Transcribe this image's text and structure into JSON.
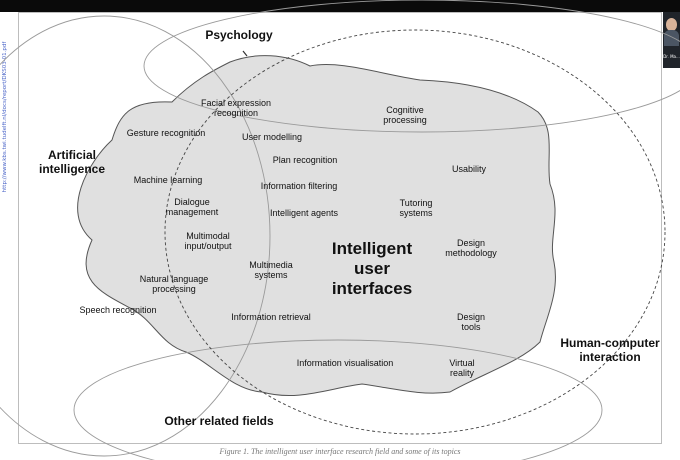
{
  "side_url": "http://www.kbs.twi.tudelft.nl/docs/report/DKS03-01.pdf",
  "presenter_label": "Dr. Ma...",
  "center_label": [
    "Intelligent",
    "user",
    "interfaces"
  ],
  "fields": {
    "psychology": "Psychology",
    "ai": [
      "Artificial",
      "intelligence"
    ],
    "hci": [
      "Human-computer",
      "interaction"
    ],
    "other": "Other related fields"
  },
  "topics": {
    "facial": [
      "Facial expression",
      "recognition"
    ],
    "gesture": "Gesture recognition",
    "user_modelling": "User modelling",
    "cognitive": [
      "Cognitive",
      "processing"
    ],
    "plan": "Plan recognition",
    "machine_learning": "Machine learning",
    "info_filtering": "Information filtering",
    "usability": "Usability",
    "dialogue": [
      "Dialogue",
      "management"
    ],
    "agents": "Intelligent agents",
    "tutoring": [
      "Tutoring",
      "systems"
    ],
    "multimodal": [
      "Multimodal",
      "input/output"
    ],
    "design_method": [
      "Design",
      "methodology"
    ],
    "multimedia": [
      "Multimedia",
      "systems"
    ],
    "nlp": [
      "Natural language",
      "processing"
    ],
    "speech": "Speech recognition",
    "retrieval": "Information retrieval",
    "design_tools": [
      "Design",
      "tools"
    ],
    "visualisation": "Information visualisation",
    "vr": [
      "Virtual",
      "reality"
    ]
  },
  "caption": "Figure 1. The intelligent user interface research field and some of its topics",
  "colors": {
    "blob_fill": "#e0e0e0",
    "blob_stroke": "#555555",
    "ellipse_stroke": "#9a9a9a"
  }
}
